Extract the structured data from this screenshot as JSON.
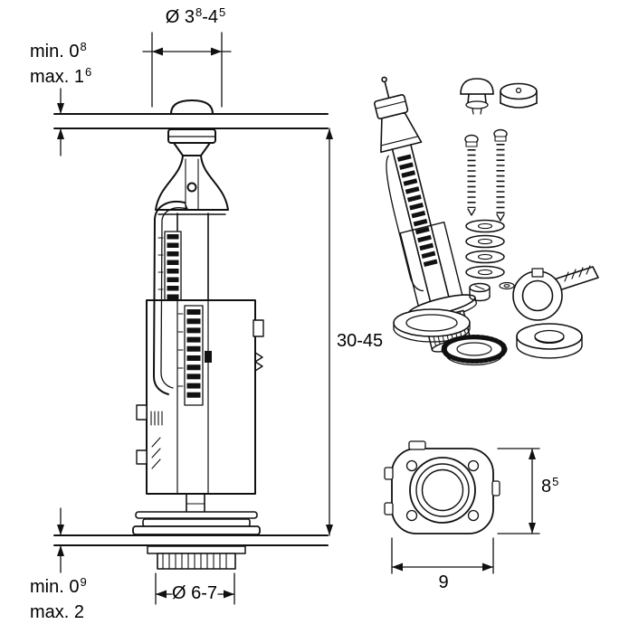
{
  "diagram": {
    "background": "#ffffff",
    "line_color": "#111111"
  },
  "labels": {
    "top_diameter": {
      "pre": "Ø 3",
      "sup_a": "8",
      "mid": "-4",
      "sup_b": "5"
    },
    "wall_top_min": {
      "text": "min. 0",
      "sup": "8"
    },
    "wall_top_max": {
      "text": "max. 1",
      "sup": "6"
    },
    "height_range": "30-45",
    "wall_bottom_min": {
      "text": "min. 0",
      "sup": "9"
    },
    "wall_bottom_max": {
      "text": "max. 2",
      "sup": ""
    },
    "bottom_diameter": "Ø 6-7",
    "outlet_height": {
      "text": "8",
      "sup": "5"
    },
    "outlet_width": "9"
  },
  "parts": [
    "flush-valve-side-view",
    "tank-wall-top",
    "tank-wall-bottom",
    "exploded-valve-assembly",
    "push-button",
    "cover-cap",
    "mounting-screws",
    "washer-stack",
    "seal-plug",
    "mounting-wrench",
    "flat-gasket",
    "lock-nut",
    "foam-seal-ring",
    "outlet-bottom-view"
  ]
}
